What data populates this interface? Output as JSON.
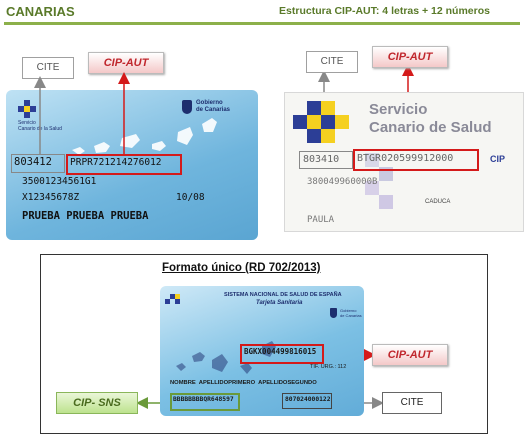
{
  "header": {
    "title": "CANARIAS",
    "subtitle": "Estructura CIP-AUT: 4 letras + 12 números"
  },
  "labels": {
    "cite": "CITE",
    "cip_aut": "CIP-AUT",
    "cip_sns": "CIP- SNS",
    "cip": "CIP"
  },
  "card1": {
    "gov_text": "Gobierno\nde Canarias",
    "service_text": "Servicio\nCanario de la Salud",
    "cite_value": "803412",
    "cip_aut_value": "PRPR721214276012",
    "line2": "35001234561G1",
    "line3_left": "X12345678Z",
    "line3_right": "10/08",
    "name": "PRUEBA PRUEBA PRUEBA"
  },
  "card2": {
    "brand_line1": "Servicio",
    "brand_line2": "Canario de Salud",
    "cite_value": "803410",
    "cip_aut_value": "BTGR020599912000",
    "line2": "380049960000B",
    "expiry_label": "CADUCA",
    "name": "PAULA"
  },
  "unified": {
    "title": "Formato único (RD 702/2013)",
    "header1": "SISTEMA NACIONAL DE SALUD DE ESPAÑA",
    "header2": "Tarjeta Sanitaria",
    "gov_text": "Gobierno\nde Canarias",
    "cip_aut_value": "BGKX004499816015",
    "tel_label": "TIF. URG.: 112",
    "name_line": "NOMBRE  APELLIDOPRIMERO  APELLIDOSEGUNDO",
    "cip_sns_value": "BBBBBBBBQR648597",
    "cite_value": "807024000122"
  },
  "colors": {
    "accent_green": "#5a7a2a",
    "red": "#d41a1a",
    "card_blue": "#6fb5dd"
  }
}
